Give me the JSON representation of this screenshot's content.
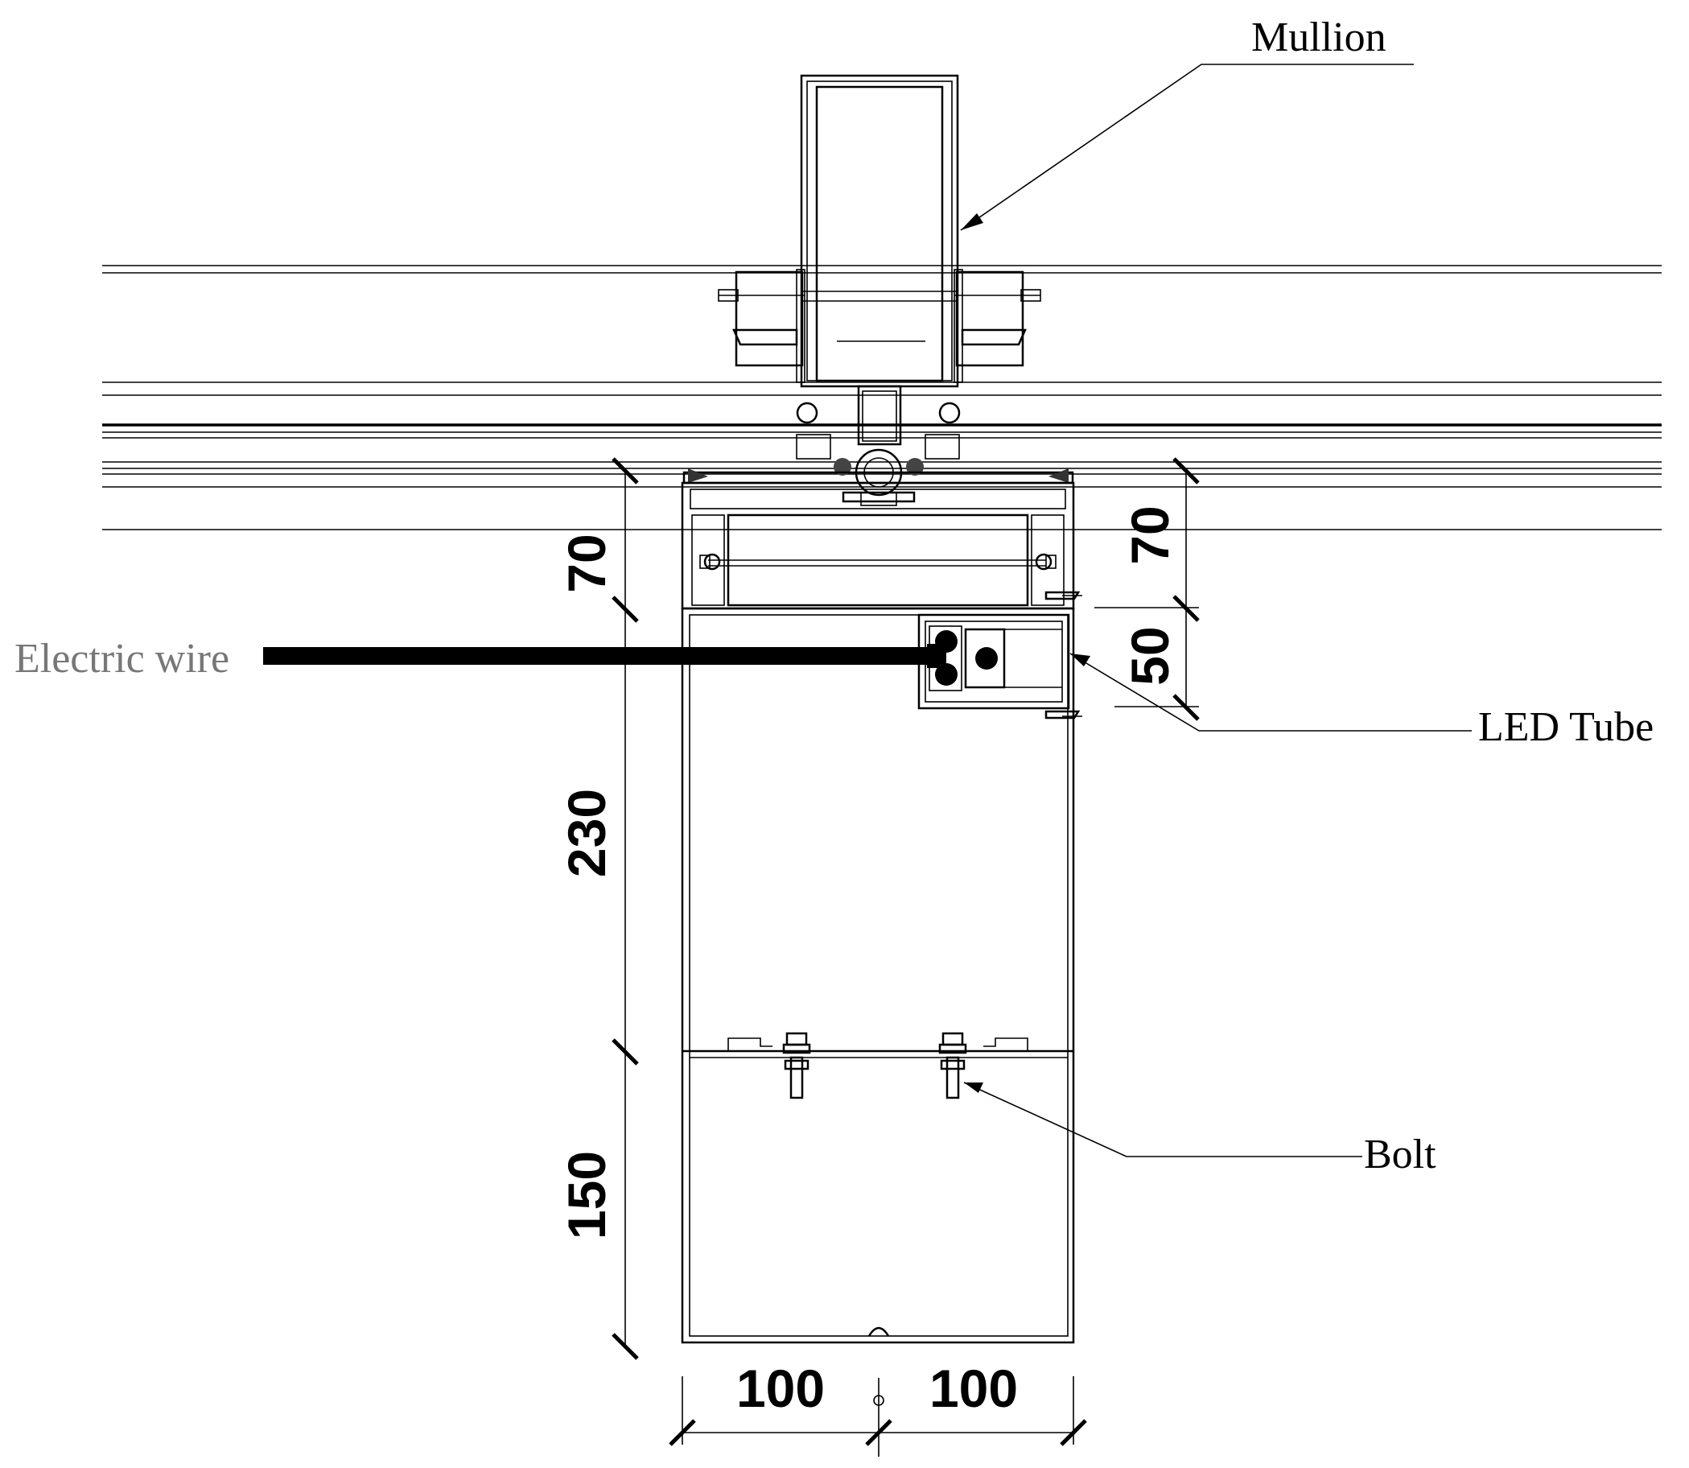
{
  "labels": {
    "mullion": "Mullion",
    "electric_wire": "Electric wire",
    "led_tube": "LED Tube",
    "bolt": "Bolt"
  },
  "dimensions": {
    "left_top": "70",
    "left_middle": "230",
    "left_bottom": "150",
    "right_top": "70",
    "right_lower": "50",
    "bottom_left": "100",
    "bottom_right": "100"
  },
  "colors": {
    "line": "#000000",
    "electric_wire_label": "#777777"
  }
}
